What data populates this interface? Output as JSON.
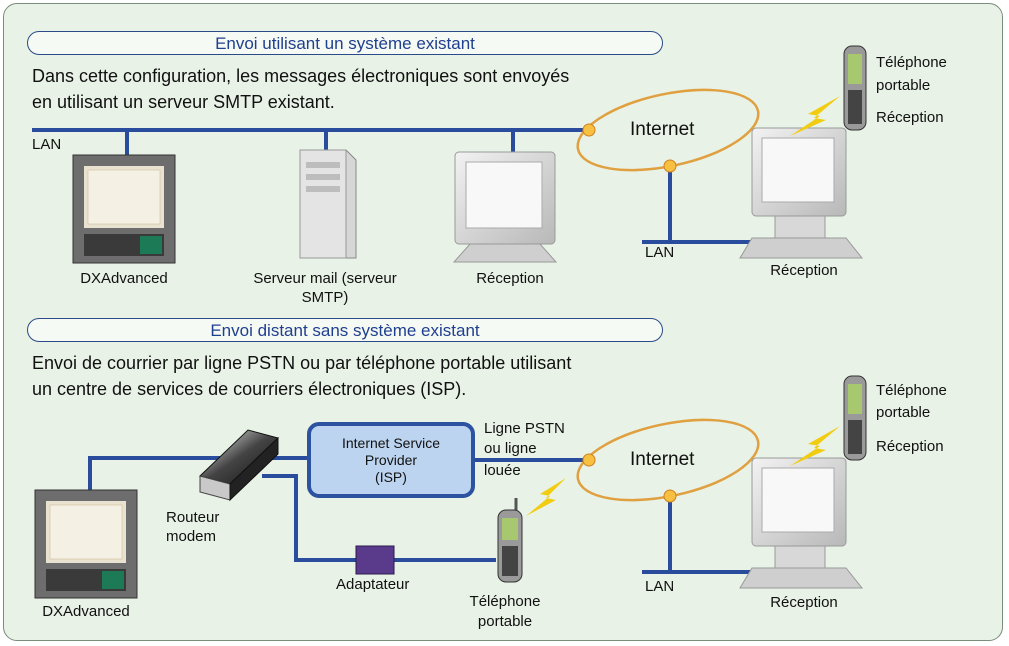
{
  "section1": {
    "title": "Envoi utilisant un système existant",
    "desc_line1": "Dans cette configuration, les messages électroniques sont envoyés",
    "desc_line2": "en utilisant un serveur SMTP existant.",
    "lan_left": "LAN",
    "lan_right": "LAN",
    "internet": "Internet",
    "dx": "DXAdvanced",
    "server_line1": "Serveur mail (serveur",
    "server_line2": "SMTP)",
    "reception_pc": "Réception",
    "reception_right": "Réception",
    "phone_line1": "Téléphone",
    "phone_line2": "portable",
    "phone_reception": "Réception"
  },
  "section2": {
    "title": "Envoi distant sans système existant",
    "desc_line1": "Envoi de courrier par ligne PSTN ou par téléphone portable utilisant",
    "desc_line2": "un centre de services de courriers électroniques (ISP).",
    "isp_line1": "Internet Service",
    "isp_line2": "Provider",
    "isp_line3": "(ISP)",
    "pstn_line1": "Ligne PSTN",
    "pstn_line2": "ou ligne",
    "pstn_line3": "louée",
    "internet": "Internet",
    "router_line1": "Routeur",
    "router_line2": "modem",
    "adapter": "Adaptateur",
    "dx": "DXAdvanced",
    "mobile_line1": "Téléphone",
    "mobile_line2": "portable",
    "lan": "LAN",
    "reception_right": "Réception",
    "phone_line1": "Téléphone",
    "phone_line2": "portable",
    "phone_reception": "Réception"
  },
  "colors": {
    "panel": "#e8f2e6",
    "lan_line": "#2a4c9c",
    "internet_ellipse": "#e0a040",
    "lightning": "#f2cc10",
    "title_text": "#1f3f8f"
  }
}
